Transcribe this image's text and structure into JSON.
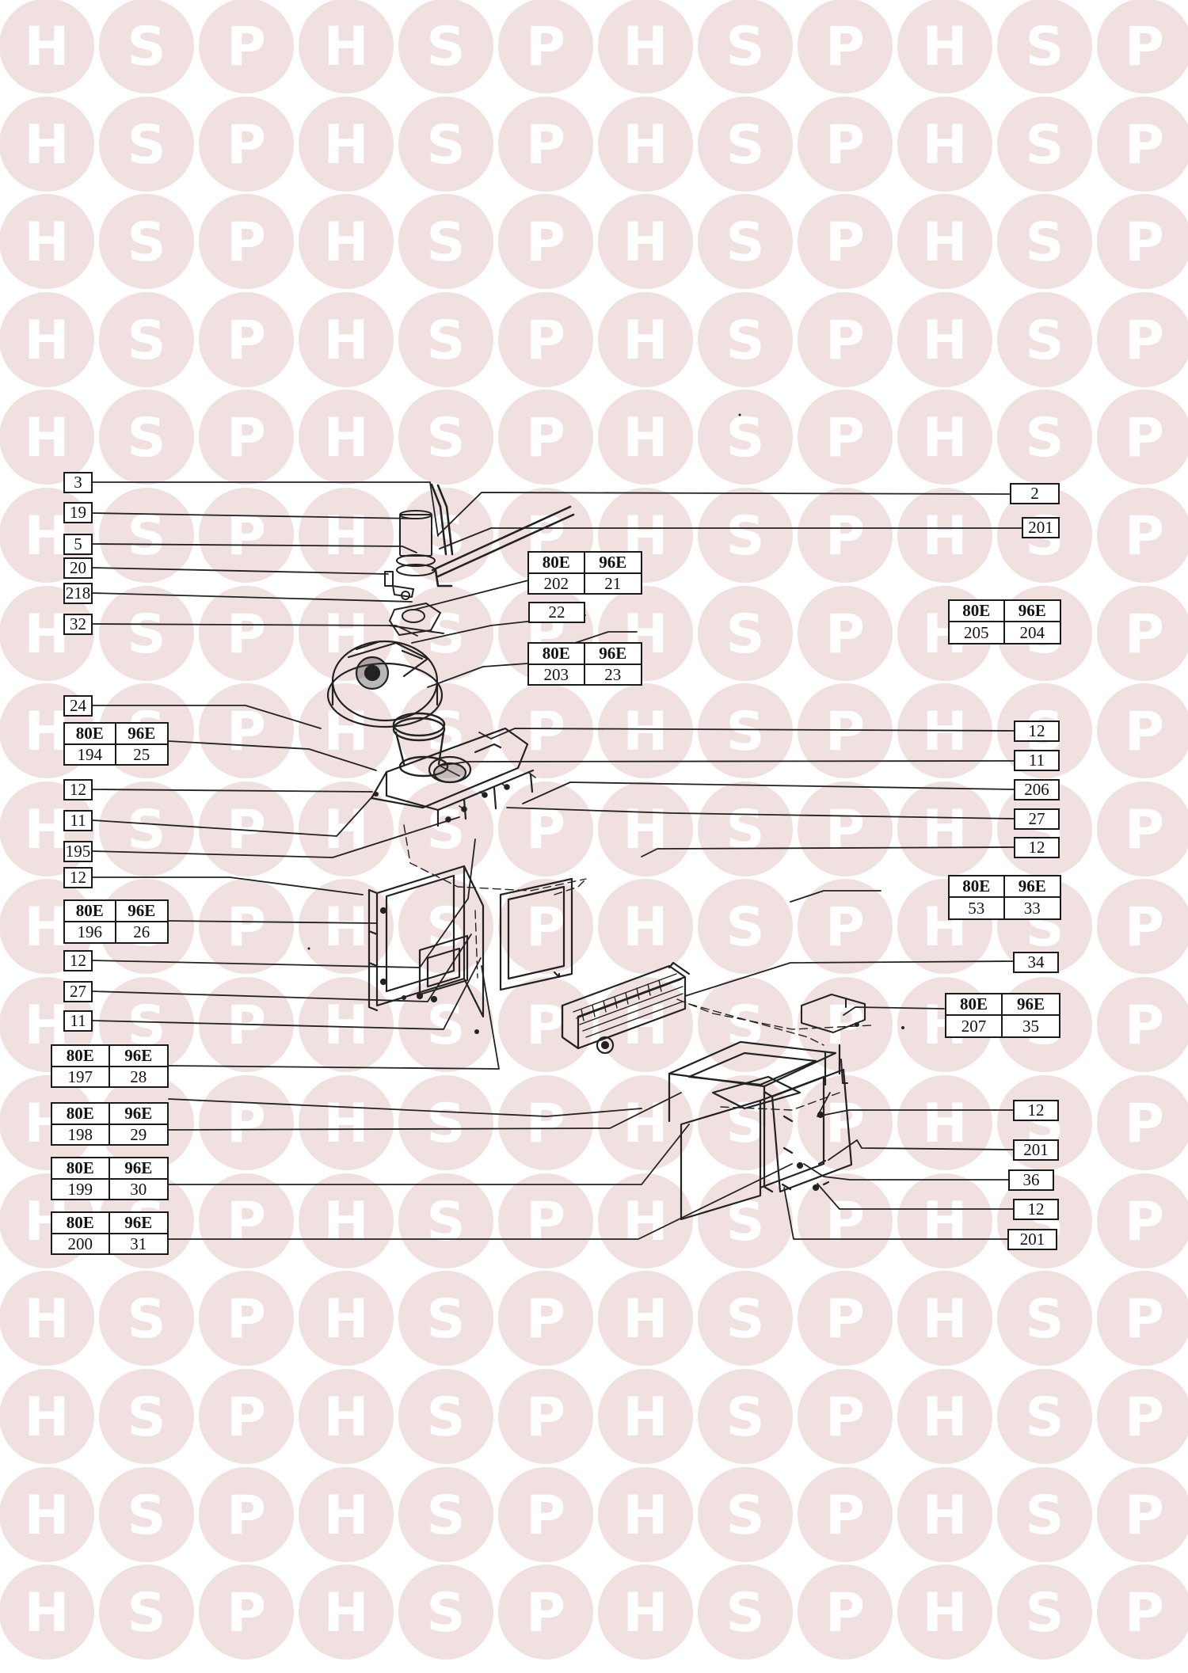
{
  "watermark": {
    "letters": [
      "H",
      "S",
      "P"
    ],
    "color": "#f1e0e0",
    "letter_color": "#ffffff"
  },
  "header_models": [
    "80E",
    "96E"
  ],
  "labels": {
    "l3": "3",
    "l19": "19",
    "l5": "5",
    "l20": "20",
    "l218": "218",
    "l32": "32",
    "l24": "24",
    "l12a": "12",
    "l11a": "11",
    "l195": "195",
    "l12b": "12",
    "l12c": "12",
    "l27a": "27",
    "l11b": "11",
    "r2": "2",
    "r201a": "201",
    "l22": "22",
    "r12a": "12",
    "r11": "11",
    "r206": "206",
    "r27": "27",
    "r12b": "12",
    "r34": "34",
    "r12c": "12",
    "r201b": "201",
    "r36": "36",
    "r12d": "12",
    "r201c": "201"
  },
  "tables": {
    "t202": {
      "a": "202",
      "b": "21"
    },
    "t203": {
      "a": "203",
      "b": "23"
    },
    "t205": {
      "a": "205",
      "b": "204"
    },
    "t194": {
      "a": "194",
      "b": "25"
    },
    "t53": {
      "a": "53",
      "b": "33"
    },
    "t196": {
      "a": "196",
      "b": "26"
    },
    "t207": {
      "a": "207",
      "b": "35"
    },
    "t197": {
      "a": "197",
      "b": "28"
    },
    "t198": {
      "a": "198",
      "b": "29"
    },
    "t199": {
      "a": "199",
      "b": "30"
    },
    "t200": {
      "a": "200",
      "b": "31"
    }
  }
}
